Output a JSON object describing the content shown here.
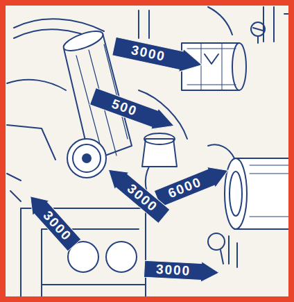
{
  "diagram": {
    "nodes": [
      {
        "text": [
          "3000"
        ]
      },
      {
        "text": [
          "500"
        ]
      },
      {
        "text": [
          "6000"
        ]
      },
      {
        "text": [
          "3000"
        ]
      },
      {
        "text": [
          "3000"
        ]
      },
      {
        "text": [
          "3000"
        ]
      }
    ]
  }
}
